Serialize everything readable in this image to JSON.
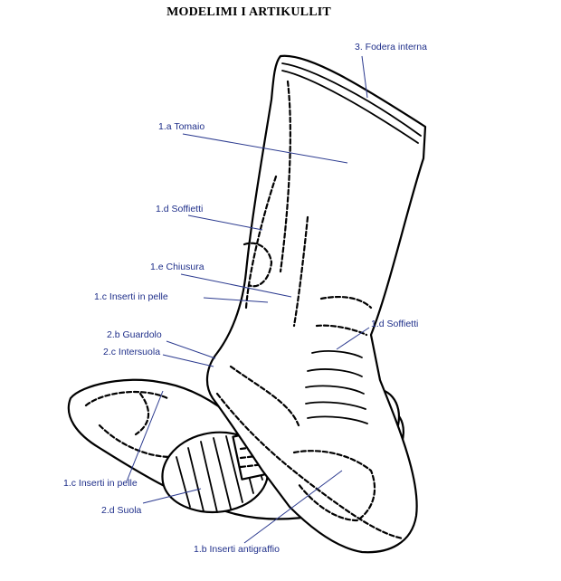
{
  "title": "MODELIMI I ARTIKULLIT",
  "labels": {
    "fodera": "3. Fodera interna",
    "tomaio": "1.a Tomaio",
    "soffietti_top": "1.d Soffietti",
    "chiusura": "1.e Chiusura",
    "inserti_pelle_top": "1.c Inserti in pelle",
    "guardolo": "2.b Guardolo",
    "intersuola": "2.c Intersuola",
    "soffietti_right": "1.d Soffietti",
    "inserti_pelle_bottom": "1.c Inserti in pelle",
    "suola": "2.d Suola",
    "inserti_antigraffio": "1.b Inserti antigraffio"
  },
  "colors": {
    "label": "#1f2f8a",
    "leader": "#2b3a8f",
    "outline": "#000000"
  }
}
